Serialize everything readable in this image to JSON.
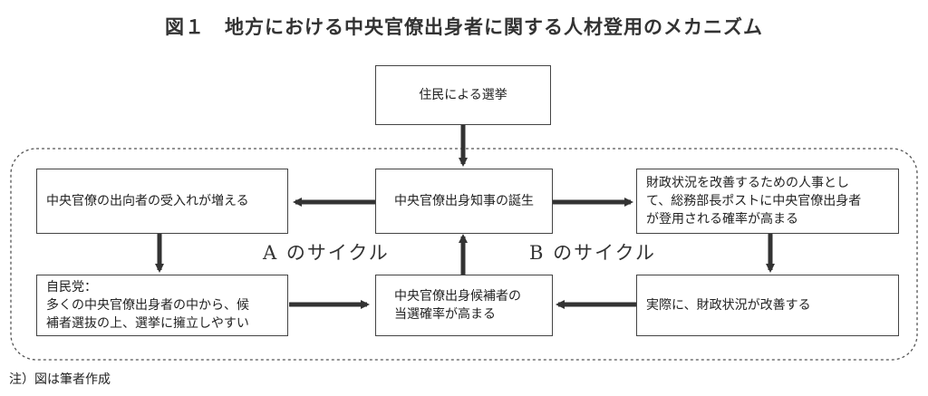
{
  "title": "図１　地方における中央官僚出身者に関する人材登用のメカニズム",
  "nodes": {
    "election": "住民による選挙",
    "governor": "中央官僚出身知事の誕生",
    "secondment": "中央官僚の出向者の受入れが増える",
    "finance_hr": [
      "財政状況を改善するための人事とし",
      "て、総務部長ポストに中央官僚出身者",
      "が登用される確率が高まる"
    ],
    "ldp": [
      "自民党：",
      "多くの中央官僚出身者の中から、候",
      "補者選抜の上、選挙に擁立しやすい"
    ],
    "candidate": [
      "中央官僚出身候補者の",
      "当選確率が高まる"
    ],
    "finance_improve": "実際に、財政状況が改善する"
  },
  "cycles": {
    "a": "A のサイクル",
    "b": "B のサイクル"
  },
  "note": "注）図は筆者作成"
}
